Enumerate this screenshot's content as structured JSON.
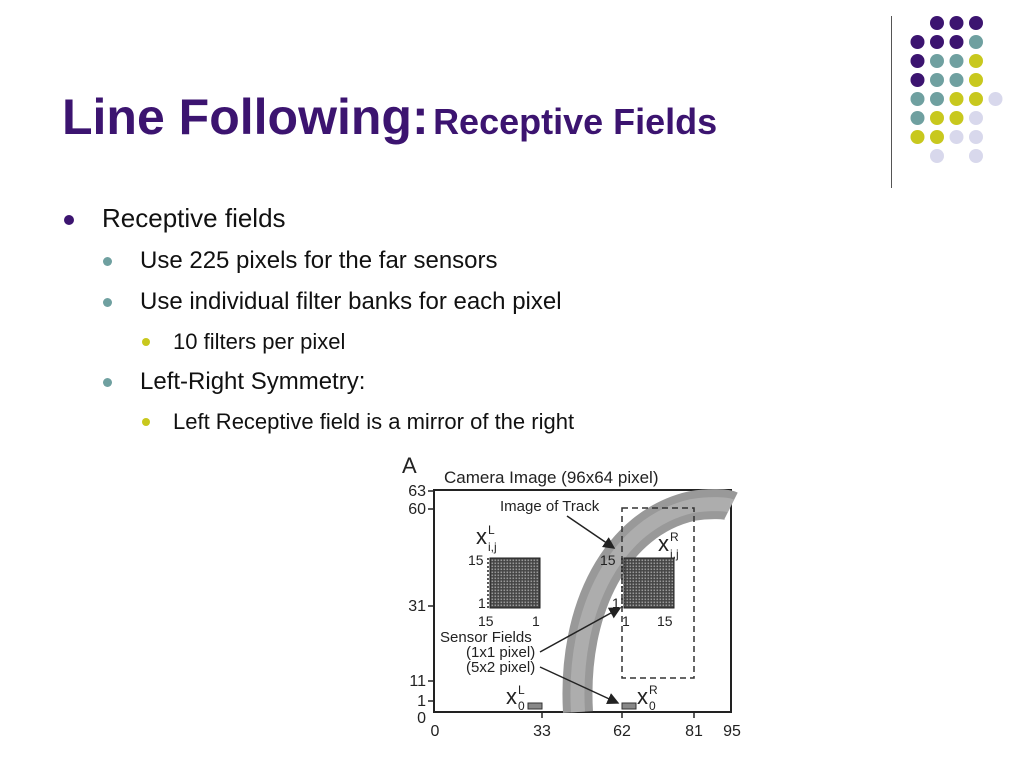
{
  "slide": {
    "title_main": "Line Following:",
    "title_sub": "Receptive Fields",
    "colors": {
      "title": "#3c1470",
      "dot_purple": "#3c1470",
      "dot_teal": "#6fa0a0",
      "dot_yellow": "#c8c81e",
      "dot_lavender": "#d8d8ec"
    },
    "bullets": [
      {
        "level": 1,
        "text": "Receptive fields"
      },
      {
        "level": 2,
        "text": "Use 225 pixels for the far sensors"
      },
      {
        "level": 2,
        "text": "Use individual filter banks for each pixel"
      },
      {
        "level": 3,
        "text": "10 filters per pixel"
      },
      {
        "level": 2,
        "text": "Left-Right Symmetry:"
      },
      {
        "level": 3,
        "text": "Left Receptive field is a mirror of the right"
      }
    ]
  },
  "figure": {
    "panel_label": "A",
    "title": "Camera Image (96x64 pixel)",
    "y_ticks": [
      "63",
      "60",
      "31",
      "11",
      "1",
      "0"
    ],
    "x_ticks": [
      "0",
      "33",
      "62",
      "81",
      "95"
    ],
    "track_label": "Image of Track",
    "left_field_label": "x",
    "left_field_sup": "L",
    "left_field_sub": "i,j",
    "right_field_label": "x",
    "right_field_sup": "R",
    "right_field_sub": "i,j",
    "grid_tick_15": "15",
    "grid_tick_1": "1",
    "sensor_label_1": "Sensor Fields",
    "sensor_label_2": "(1x1 pixel)",
    "sensor_label_3": "(5x2 pixel)",
    "near_left_label": "x",
    "near_left_sup": "L",
    "near_left_sub": "0",
    "near_right_label": "x",
    "near_right_sup": "R",
    "near_right_sub": "0"
  }
}
